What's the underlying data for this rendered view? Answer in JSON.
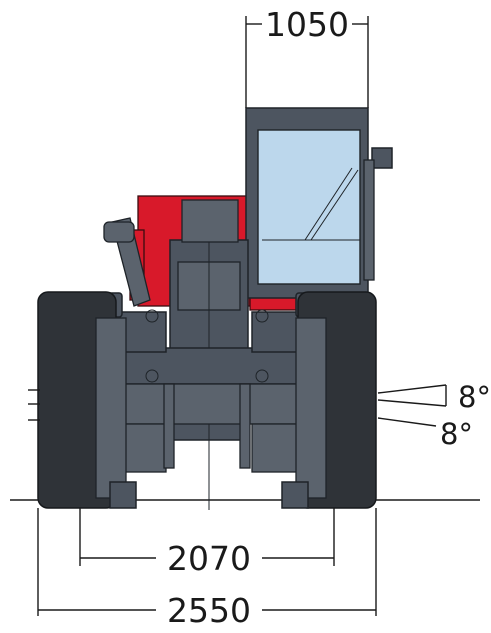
{
  "dimensions": {
    "cab_width": "1050",
    "track_width": "2070",
    "overall_width": "2550",
    "angle_upper": "8°",
    "angle_lower": "8°"
  },
  "colors": {
    "body": "#4d5560",
    "tyre": "#2f3338",
    "accent_red": "#d8192a",
    "glass": "#bcd7ec",
    "line": "#1a1a1a"
  }
}
